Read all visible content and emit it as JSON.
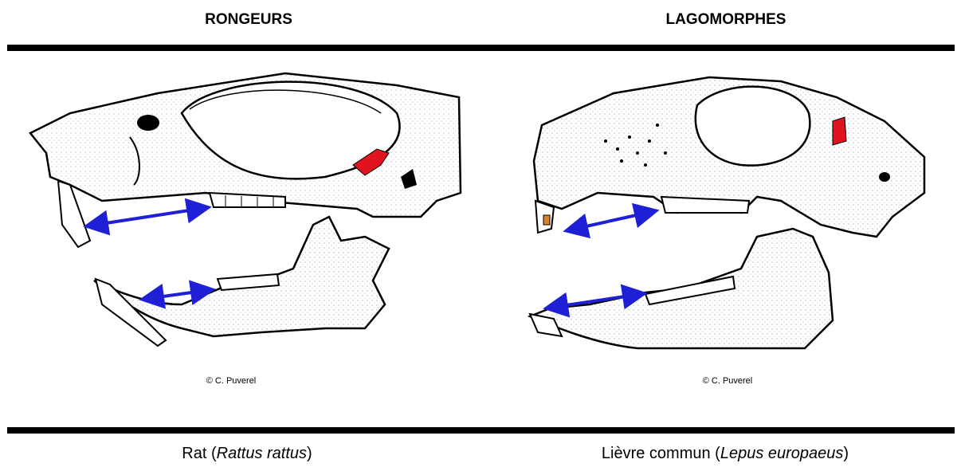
{
  "headers": {
    "left": "RONGEURS",
    "right": "LAGOMORPHES"
  },
  "credits": {
    "left": "© C. Puverel",
    "right": "© C. Puverel"
  },
  "captions": {
    "left": {
      "common": "Rat (",
      "scientific": "Rattus rattus",
      "close": ")"
    },
    "right": {
      "common": "Lièvre commun (",
      "scientific": "Lepus europaeus",
      "close": ")"
    }
  },
  "colors": {
    "arrow": "#1f1fd6",
    "highlight_red": "#e0141e",
    "incisor_orange": "#d9822b",
    "ink": "#000000"
  }
}
